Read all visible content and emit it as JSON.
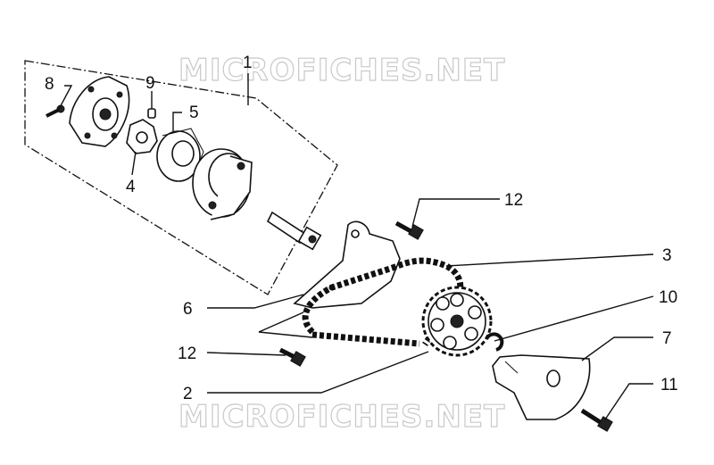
{
  "watermark": "MICROFICHES.NET",
  "callouts": [
    {
      "id": "1",
      "label": "1"
    },
    {
      "id": "2",
      "label": "2"
    },
    {
      "id": "3",
      "label": "3"
    },
    {
      "id": "4",
      "label": "4"
    },
    {
      "id": "5",
      "label": "5"
    },
    {
      "id": "6",
      "label": "6"
    },
    {
      "id": "7",
      "label": "7"
    },
    {
      "id": "8",
      "label": "8"
    },
    {
      "id": "9",
      "label": "9"
    },
    {
      "id": "10",
      "label": "10"
    },
    {
      "id": "11",
      "label": "11"
    },
    {
      "id": "12a",
      "label": "12"
    },
    {
      "id": "12b",
      "label": "12"
    }
  ]
}
